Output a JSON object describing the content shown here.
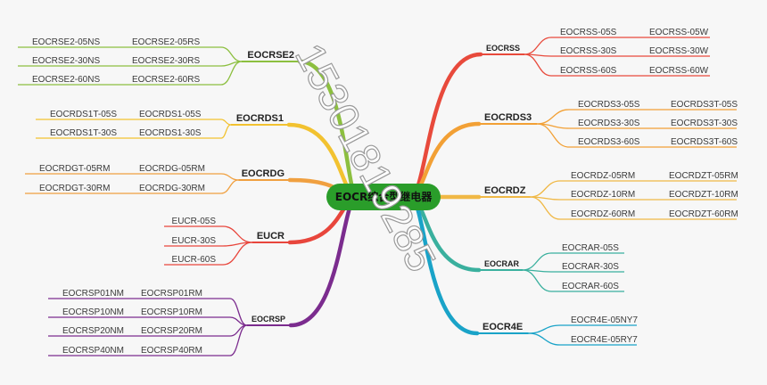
{
  "center": {
    "label": "EOCR综合型继电器",
    "color": "#2a9d2a"
  },
  "watermark": "15301819285",
  "branches": [
    {
      "name": "EOCRSE2",
      "color": "#8cbf3f",
      "leaves": [
        [
          "EOCRSE2-05NS",
          "EOCRSE2-05RS"
        ],
        [
          "EOCRSE2-30NS",
          "EOCRSE2-30RS"
        ],
        [
          "EOCRSE2-60NS",
          "EOCRSE2-60RS"
        ]
      ]
    },
    {
      "name": "EOCRDS1",
      "color": "#f2c230",
      "leaves": [
        [
          "EOCRDS1T-05S",
          "EOCRDS1-05S"
        ],
        [
          "EOCRDS1T-30S",
          "EOCRDS1-30S"
        ]
      ]
    },
    {
      "name": "EOCRDG",
      "color": "#f0a040",
      "leaves": [
        [
          "EOCRDGT-05RM",
          "EOCRDG-05RM"
        ],
        [
          "EOCRDGT-30RM",
          "EOCRDG-30RM"
        ]
      ]
    },
    {
      "name": "EUCR",
      "color": "#e8463c",
      "leaves": [
        [
          "EUCR-05S"
        ],
        [
          "EUCR-30S"
        ],
        [
          "EUCR-60S"
        ]
      ]
    },
    {
      "name": "EOCRSP",
      "color": "#7b2c8e",
      "leaves": [
        [
          "EOCRSP01NM",
          "EOCRSP01RM"
        ],
        [
          "EOCRSP10NM",
          "EOCRSP10RM"
        ],
        [
          "EOCRSP20NM",
          "EOCRSP20RM"
        ],
        [
          "EOCRSP40NM",
          "EOCRSP40RM"
        ]
      ]
    },
    {
      "name": "EOCRSS",
      "color": "#e84a3c",
      "leaves": [
        [
          "EOCRSS-05S",
          "EOCRSS-05W"
        ],
        [
          "EOCRSS-30S",
          "EOCRSS-30W"
        ],
        [
          "EOCRSS-60S",
          "EOCRSS-60W"
        ]
      ]
    },
    {
      "name": "EOCRDS3",
      "color": "#f2a035",
      "leaves": [
        [
          "EOCRDS3-05S",
          "EOCRDS3T-05S"
        ],
        [
          "EOCRDS3-30S",
          "EOCRDS3T-30S"
        ],
        [
          "EOCRDS3-60S",
          "EOCRDS3T-60S"
        ]
      ]
    },
    {
      "name": "EOCRDZ",
      "color": "#f0b845",
      "leaves": [
        [
          "EOCRDZ-05RM",
          "EOCRDZT-05RM"
        ],
        [
          "EOCRDZ-10RM",
          "EOCRDZT-10RM"
        ],
        [
          "EOCRDZ-60RM",
          "EOCRDZT-60RM"
        ]
      ]
    },
    {
      "name": "EOCRAR",
      "color": "#3ab09e",
      "leaves": [
        [
          "EOCRAR-05S"
        ],
        [
          "EOCRAR-30S"
        ],
        [
          "EOCRAR-60S"
        ]
      ]
    },
    {
      "name": "EOCR4E",
      "color": "#1aa3c8",
      "leaves": [
        [
          "EOCR4E-05NY7"
        ],
        [
          "EOCR4E-05RY7"
        ]
      ]
    }
  ]
}
